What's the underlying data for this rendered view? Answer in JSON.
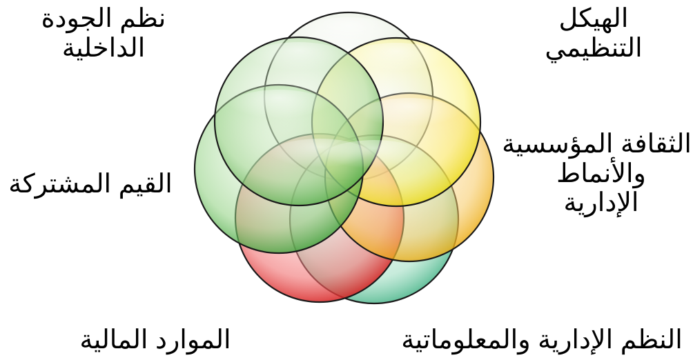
{
  "labels": {
    "top_left": [
      "نظم الجودة",
      "الداخلية"
    ],
    "top_right": [
      "الهيكل",
      "التنظيمي"
    ],
    "mid_left": [
      "القيم المشتركة"
    ],
    "mid_right": [
      "الثقافة المؤسسية",
      "والأنماط",
      "الإدارية"
    ],
    "bot_left": [
      "الموارد المالية"
    ],
    "bot_right": [
      "النظم الإدارية والمعلوماتية"
    ]
  },
  "circles": [
    {
      "name": "circle-top",
      "color": "#e8f0e0"
    },
    {
      "name": "circle-yellow",
      "color": "#f3e600"
    },
    {
      "name": "circle-orange",
      "color": "#f4b400"
    },
    {
      "name": "circle-teal",
      "color": "#3fb58a"
    },
    {
      "name": "circle-red",
      "color": "#e02020"
    },
    {
      "name": "circle-green-left",
      "color": "#3aa43a"
    },
    {
      "name": "circle-green-upleft",
      "color": "#5aae4a"
    }
  ]
}
